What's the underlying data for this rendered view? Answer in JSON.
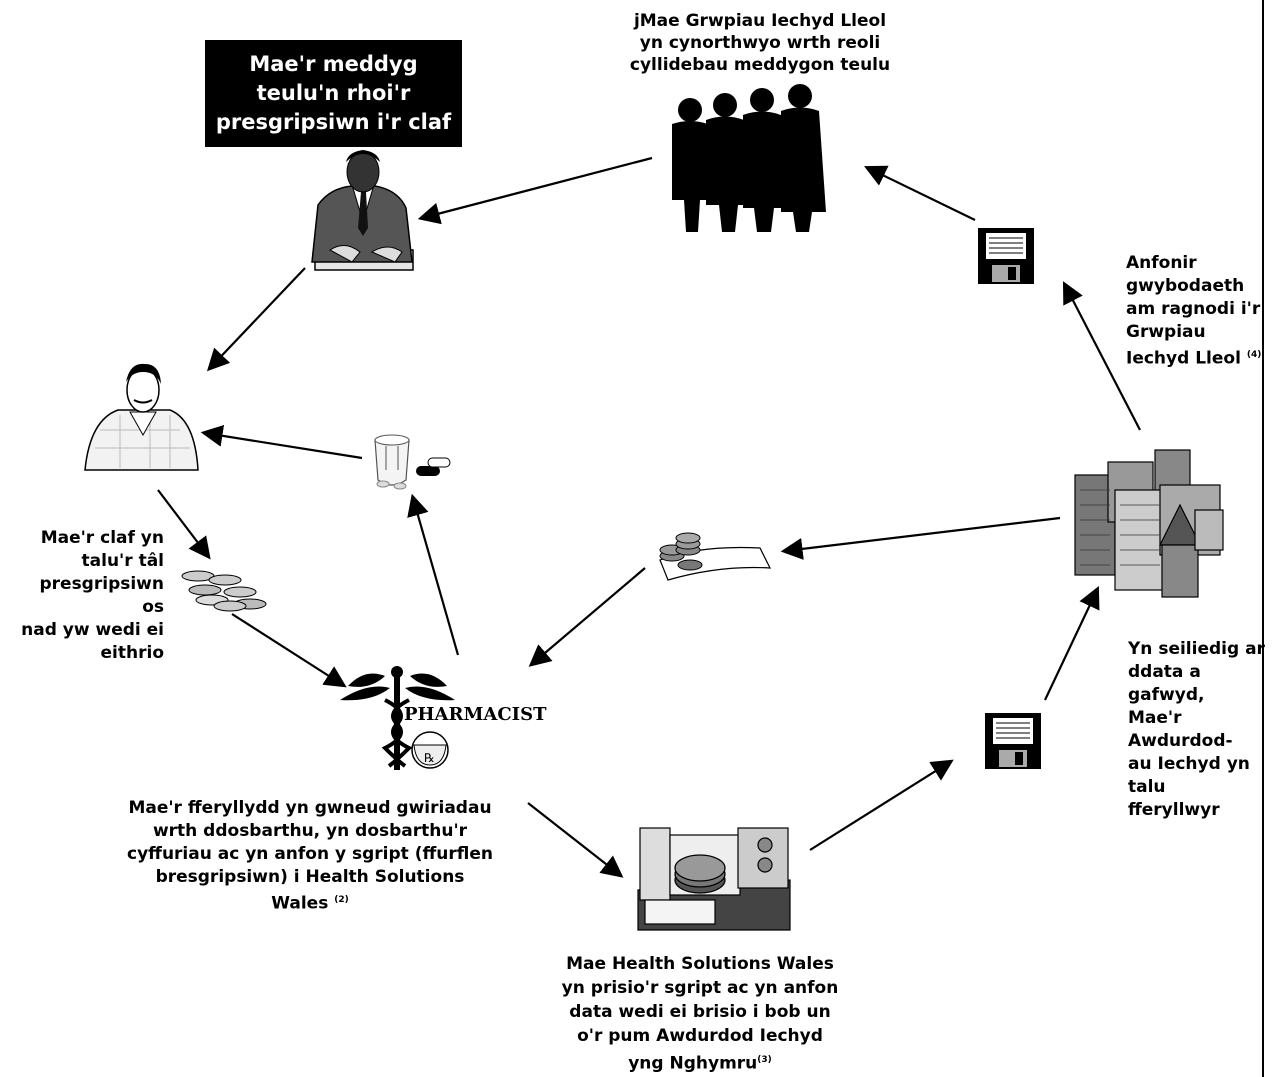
{
  "title_box": {
    "line1": "Mae'r meddyg",
    "line2": "teulu'n rhoi'r",
    "line3": "presgripsiwn i'r claf"
  },
  "lhg_label": {
    "line1": "jMae Grwpiau Iechyd Lleol",
    "line2": "yn cynorthwyo wrth reoli",
    "line3": "cyllidebau meddygon teulu"
  },
  "info_sent_label": {
    "line1": "Anfonir",
    "line2": "gwybodaeth",
    "line3": "am ragnodi i'r",
    "line4": "Grwpiau",
    "line5": "Iechyd Lleol",
    "sup": "(4)"
  },
  "patient_pays_label": {
    "line1": "Mae'r claf yn",
    "line2": "talu'r tâl",
    "line3": "presgripsiwn os",
    "line4": "nad yw wedi ei",
    "line5": "eithrio"
  },
  "authorities_pay_label": {
    "line1": "Yn seiliedig ar",
    "line2": "ddata a gafwyd,",
    "line3": "Mae'r Awdurdod-",
    "line4": "au Iechyd yn talu",
    "line5": "fferyllwyr"
  },
  "pharmacist_label": {
    "line1": "Mae'r fferyllydd yn gwneud gwiriadau",
    "line2": "wrth ddosbarthu, yn dosbarthu'r",
    "line3": "cyffuriau ac yn anfon y sgript (ffurflen",
    "line4": "bresgripsiwn) i Health Solutions",
    "line5": "Wales",
    "sup": "(2)"
  },
  "hsw_label": {
    "line1": "Mae Health Solutions Wales",
    "line2": "yn prisio'r sgript ac yn anfon",
    "line3": "data wedi ei brisio i bob un",
    "line4": "o'r pum Awdurdod Iechyd",
    "line5": "yng Nghymru",
    "sup": "(3)"
  },
  "pharmacist_logo": {
    "text": "PHARMACIST"
  },
  "icons": [
    "doctor-icon",
    "patient-icon",
    "coins-icon",
    "pharmacist-caduceus-icon",
    "medicine-icon",
    "money-icon",
    "building-icon",
    "floppy-disk-icon",
    "mainframe-computer-icon",
    "group-people-icon"
  ]
}
